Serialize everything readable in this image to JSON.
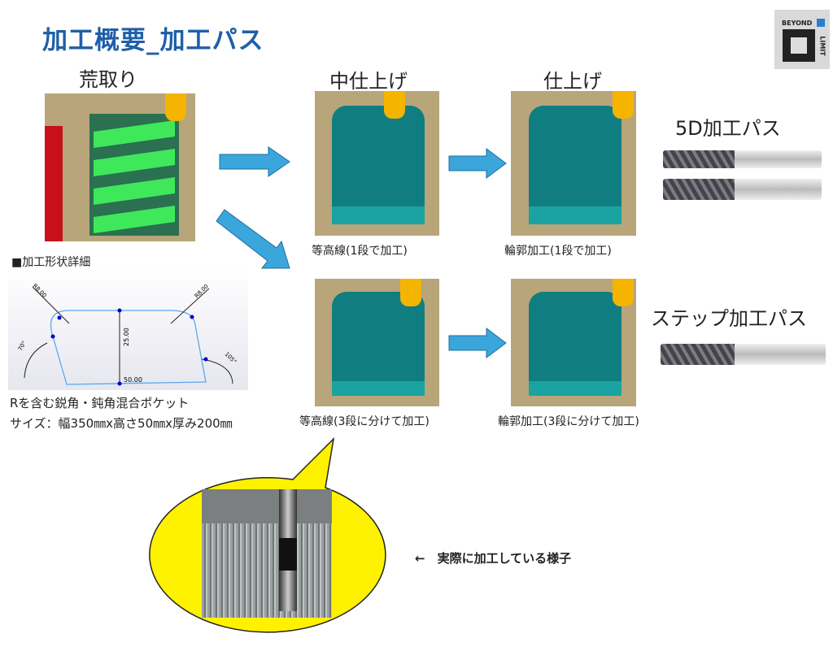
{
  "title": "加工概要_加工パス",
  "logo": {
    "text_top": "BEYOND",
    "text_side": "LIMIT"
  },
  "sections": {
    "rough": {
      "label": "荒取り"
    },
    "semi": {
      "label": "中仕上げ",
      "caption_1": "等高線(1段で加工)",
      "caption_2": "等高線(3段に分けて加工)"
    },
    "finish": {
      "label": "仕上げ",
      "caption_1": "輪郭加工(1段で加工)",
      "caption_2": "輪郭加工(3段に分けて加工)"
    }
  },
  "paths": {
    "five_d": "5D加工パス",
    "step": "ステップ加工パス"
  },
  "shape_detail": {
    "heading": "■加工形状詳細",
    "dims": {
      "r_left": "R8.00",
      "r_right": "R8.00",
      "height": "25.00",
      "width": "50.00",
      "angle_left": "70°",
      "angle_right": "105°"
    },
    "line1": "Rを含む鋭角・鈍角混合ポケット",
    "line2": "サイズ：幅350㎜x高さ50㎜x厚み200㎜"
  },
  "photo_note": "←　実際に加工している様子",
  "colors": {
    "title": "#1f5fa8",
    "arrow": "#3aa6dc",
    "bubble": "#fff200"
  }
}
